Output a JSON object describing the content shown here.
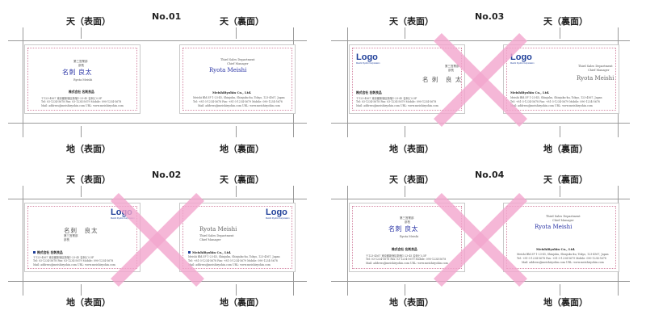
{
  "labels": {
    "front_top": "天（表面）",
    "back_top": "天（裏面）",
    "front_bottom": "地（表面）",
    "back_bottom": "地（裏面）"
  },
  "panels": [
    {
      "id": "No.01",
      "front": {
        "dept": "第三営業部",
        "title": "部長",
        "name": "名刺 良太",
        "romaji": "Ryota Meishi",
        "company": "株式会社 名刺良品",
        "address": "〒123-4567 東京都新宿区新宿1-23-45 名刺ビル5F",
        "phone": "Tel: 03-1234-5678   Fax: 03-1234-5679   Mobile: 090-1234-5678",
        "mail": "Mail: address@meishiryohin.com   URL: www.meishiryohin.com"
      },
      "back": {
        "dept": "Third Sales Department",
        "title": "Chief Manager",
        "name": "Ryota Meishi",
        "company": "MeishiRyohin Co., Ltd.",
        "address": "Meishi Bld.5F 1-23-45, Shinjuku, Shinjuku-ku, Tokyo, 123-4567, Japan",
        "phone": "Tel: +81-3-1234-5678   Fax: +81-3-1234-5679   Mobile: 090-1234-5678",
        "mail": "Mail: address@meishiryohin.com   URL: www.meishiryohin.com"
      }
    },
    {
      "id": "No.02",
      "front": {
        "logo": "Logo",
        "logo_sub": "Meishi Ryohin Corporation",
        "name": "名刺　良太",
        "dept": "第三営業部",
        "title": "部長",
        "company": "株式会社 名刺良品",
        "address": "〒123-4567 東京都新宿区新宿1-23-45 名刺ビル5F",
        "phone": "Tel: 03-1234-5678   Fax: 03-1234-5679   Mobile: 090-1234-5678",
        "mail": "Mail: address@meishiryohin.com   URL: www.meishiryohin.com"
      },
      "back": {
        "logo": "Logo",
        "logo_sub": "Meishi Ryohin Corporation",
        "name": "Ryota Meishi",
        "dept": "Third Sales Department",
        "title": "Chief Manager",
        "company": "MeishiRyohin Co., Ltd.",
        "address": "Meishi Bld.5F 1-23-45, Shinjuku, Shinjuku-ku, Tokyo, 123-4567, Japan",
        "phone": "Tel: +81-3-1234-5678   Fax: +81-3-1234-5679   Mobile: 090-1234-5678",
        "mail": "Mail: address@meishiryohin.com   URL: www.meishiryohin.com"
      }
    },
    {
      "id": "No.03",
      "front": {
        "logo": "Logo",
        "logo_sub": "Meishi Ryohin Corporation",
        "dept": "第三営業部",
        "title": "部長",
        "name": "名 刺　良 太",
        "company": "株式会社 名刺良品",
        "address": "〒123-4567 東京都新宿区新宿1-23-45 名刺ビル5F",
        "phone": "Tel: 03-1234-5678   Fax: 03-1234-5679   Mobile: 090-1234-5678",
        "mail": "Mail: address@meishiryohin.com   URL: www.meishiryohin.com"
      },
      "back": {
        "logo": "Logo",
        "logo_sub": "Meishi Ryohin Corporation",
        "dept": "Third Sales Department",
        "title": "Chief Manager",
        "name": "Ryota Meishi",
        "company": "MeishiRyohin Co., Ltd.",
        "address": "Meishi Bld.5F 1-23-45, Shinjuku, Shinjuku-ku, Tokyo, 123-4567, Japan",
        "phone": "Tel: +81-3-1234-5678   Fax: +81-3-1234-5679   Mobile: 090-1234-5678",
        "mail": "Mail: address@meishiryohin.com   URL: www.meishiryohin.com"
      }
    },
    {
      "id": "No.04",
      "front": {
        "dept": "第三営業部",
        "title": "部長",
        "name": "名刺 良太",
        "romaji": "Ryota Meishi",
        "company": "株式会社 名刺良品",
        "address": "〒123-4567 東京都新宿区新宿1-23-45 名刺ビル5F",
        "phone": "Tel: 03-1234-5678   Fax: 03-1234-5679   Mobile: 090-1234-5678",
        "mail": "Mail: address@meishiryohin.com   URL: www.meishiryohin.com"
      },
      "back": {
        "dept": "Third Sales Department",
        "title": "Chief Manager",
        "name": "Ryota Meishi",
        "company": "MeishiRyohin Co., Ltd.",
        "address": "Meishi Bld.5F 1-23-45, Shinjuku, Shinjuku-ku, Tokyo, 123-4567, Japan",
        "phone": "Tel: +81-3-1234-5678   Fax: +81-3-1234-5679   Mobile: 090-1234-5678",
        "mail": "Mail: address@meishiryohin.com   URL: www.meishiryohin.com"
      }
    }
  ],
  "colors": {
    "accent_blue": "#2b35a6",
    "logo_blue": "#1f3f99",
    "x_mark_pink": "#f3a5cd",
    "card_border": "#c9c9c9",
    "inner_border": "#d58aa6",
    "crop_mark": "#9a9a9a"
  }
}
